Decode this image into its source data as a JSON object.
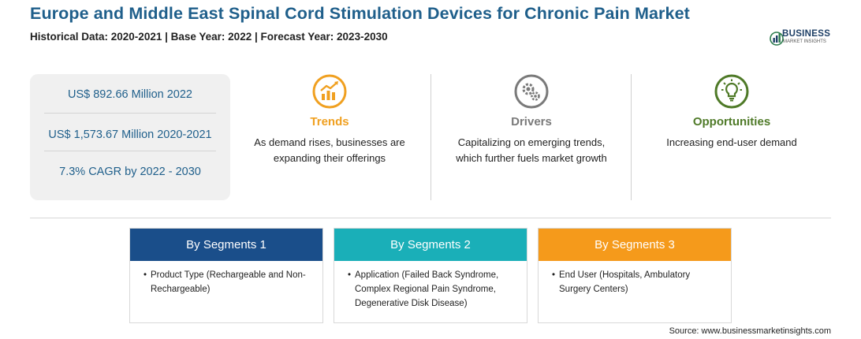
{
  "header": {
    "title": "Europe and Middle East Spinal Cord Stimulation Devices for Chronic Pain Market",
    "subtitle": "Historical Data: 2020-2021 | Base Year: 2022 | Forecast Year: 2023-2030"
  },
  "logo": {
    "name": "BUSINESS",
    "tagline": "MARKET INSIGHTS",
    "icon": "bar-chart-logo-icon"
  },
  "stats": [
    "US$ 892.66 Million 2022",
    "US$ 1,573.67 Million 2020-2021",
    "7.3% CAGR by 2022 - 2030"
  ],
  "columns": {
    "trends": {
      "title": "Trends",
      "body": "As demand rises, businesses are expanding their offerings",
      "icon": "trend-chart-icon"
    },
    "drivers": {
      "title": "Drivers",
      "body": "Capitalizing on emerging trends, which further fuels market growth",
      "icon": "gears-icon"
    },
    "opportunities": {
      "title": "Opportunities",
      "body": "Increasing end-user demand",
      "icon": "lightbulb-icon"
    }
  },
  "segments": [
    {
      "title": "By Segments 1",
      "bullet": "•",
      "body": "Product Type (Rechargeable and Non-Rechargeable)"
    },
    {
      "title": "By Segments 2",
      "bullet": "•",
      "body": "Application (Failed Back Syndrome, Complex Regional Pain Syndrome, Degenerative Disk Disease)"
    },
    {
      "title": "By Segments 3",
      "bullet": "•",
      "body": "End User (Hospitals, Ambulatory Surgery Centers)"
    }
  ],
  "source": "Source: www.businessmarketinsights.com",
  "colors": {
    "title": "#1f5f8b",
    "trends": "#f0a020",
    "drivers": "#7a7a7a",
    "opportunities": "#4f7a28",
    "segment1": "#1a4e8a",
    "segment2": "#1aafb8",
    "segment3": "#f59a1b"
  }
}
